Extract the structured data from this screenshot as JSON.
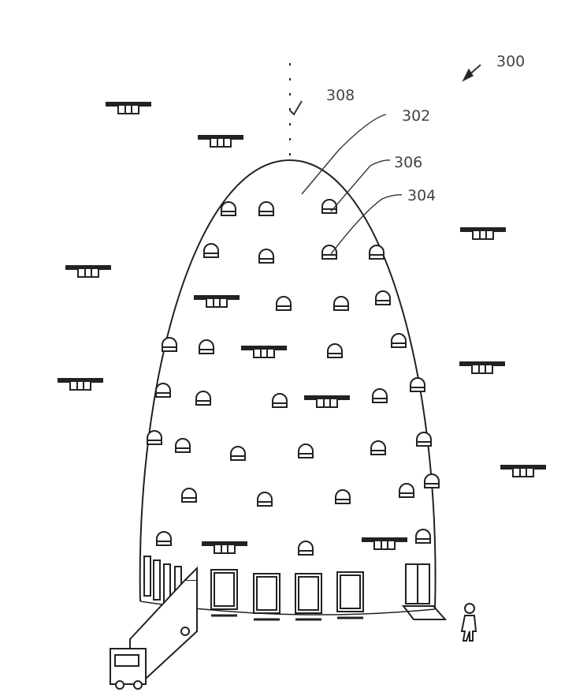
{
  "figure": {
    "reference_numerals": {
      "assembly": "300",
      "structure": "302",
      "bay": "304",
      "aperture": "306",
      "axis": "308"
    }
  },
  "colors": {
    "ink": "#222222",
    "label": "#444444",
    "background": "#ffffff"
  }
}
